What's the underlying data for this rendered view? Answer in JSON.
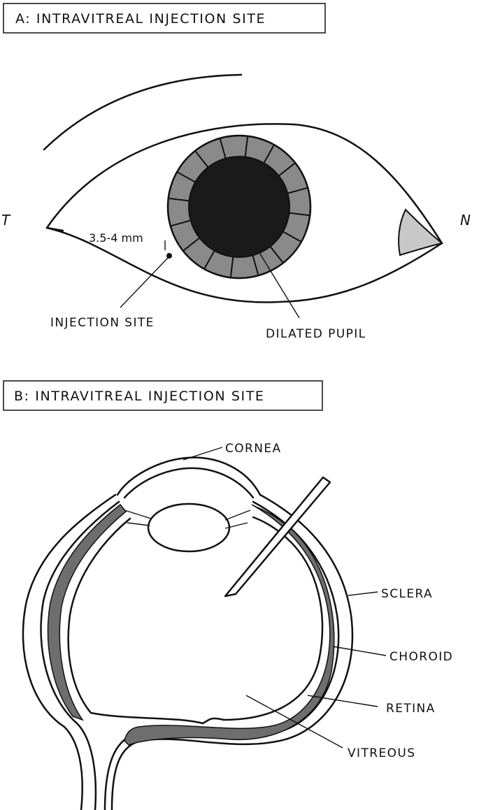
{
  "panel_a": {
    "title": "A: INTRAVITREAL INJECTION SITE",
    "temporal_label": "T",
    "nasal_label": "N",
    "measurement": "3.5-4 mm",
    "injection_site_label": "INJECTION SITE",
    "dilated_pupil_label": "DILATED PUPIL"
  },
  "panel_b": {
    "title": "B: INTRAVITREAL INJECTION SITE",
    "cornea_label": "CORNEA",
    "sclera_label": "SCLERA",
    "choroid_label": "CHOROID",
    "retina_label": "RETINA",
    "vitreous_label": "VITREOUS"
  },
  "colors": {
    "line": "#111111",
    "pupil": "#1a1a1a",
    "iris": "#8a8a8a",
    "choroid": "#6e6e6e",
    "caruncle": "#c8c8c8"
  }
}
